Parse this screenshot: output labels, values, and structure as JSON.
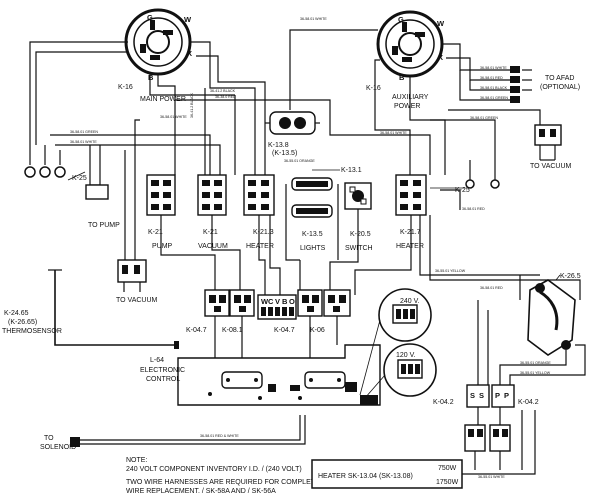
{
  "components": {
    "main_power": {
      "ref": "K-16",
      "label": "MAIN POWER"
    },
    "aux_power": {
      "ref": "K-16",
      "label": "AUXILIARY",
      "label2": "POWER"
    },
    "pump_switch": {
      "ref": "K-21",
      "label": "PUMP"
    },
    "vacuum_switch": {
      "ref": "K-21",
      "label": "VACUUM"
    },
    "heater_switch_main": {
      "ref": "K-21.3",
      "label": "HEATER"
    },
    "lights": {
      "ref": "K-13.5",
      "label": "LIGHTS",
      "ref_top": "K-13.1"
    },
    "switch": {
      "ref": "K-20.5",
      "label": "SWITCH"
    },
    "heater_switch_aux": {
      "ref": "K-21.7",
      "label": "HEATER"
    },
    "fuse_holder": {
      "ref": "K-13.8",
      "ref2": "(K-13.5)",
      "ref3": "K-13.1"
    },
    "pump_connector": {
      "ref": "K-25",
      "label": "TO PUMP"
    },
    "aux_connector": {
      "ref": "K-25"
    },
    "vacuum_plug_left": {
      "label": "TO VACUUM"
    },
    "vacuum_plug_right": {
      "label": "TO VACUUM"
    },
    "afad": {
      "label": "TO AFAD",
      "label2": "(OPTIONAL)"
    },
    "thermosensor": {
      "ref": "K-24.65",
      "ref2": "(K-26.65)",
      "label": "THERMOSENSOR"
    },
    "electronic_control": {
      "ref": "L-64",
      "label": "ELECTRONIC",
      "label2": "CONTROL"
    },
    "heater_element": {
      "ref": "K-26.5"
    },
    "voltage_240": {
      "label": "240 V."
    },
    "voltage_120": {
      "label": "120 V."
    },
    "solenoid": {
      "label": "TO",
      "label2": "SOLENOID"
    },
    "conn_k047a": {
      "ref": "K-04.7"
    },
    "conn_k081": {
      "ref": "K-08.1"
    },
    "conn_k047b": {
      "ref": "K-04.7"
    },
    "conn_k06": {
      "ref": "K-06"
    },
    "conn_k042a": {
      "ref": "K-04.2"
    },
    "conn_k042b": {
      "ref": "K-04.2"
    },
    "terminal_block": {
      "letters": [
        "W",
        "C",
        "V",
        "B",
        "O"
      ]
    }
  },
  "wire_labels": {
    "main_top": "36-58.01 WHITE",
    "main_black": "36-41.2 BLACK",
    "main_red": "36-38.0 RED",
    "main_green": "36-58.01 GREEN",
    "main_white": "36-58.01 WHITE",
    "pump_green": "36-58.01 GREEN",
    "pump_white": "36-58.01 WHITE",
    "orange": "36-55.01 ORANGE",
    "aux_white": "36-58.01 WHITE",
    "aux_black": "36-58.01 BLACK",
    "aux_green": "36-58.01 GREEN",
    "afad_white": "36-58.01 WHITE",
    "afad_red": "36-58.01 RED",
    "afad_black": "36-58.01 BLACK",
    "afad_green": "36-58.01 GREEN",
    "aux_red": "36-58.01 RED",
    "yellow": "36-55.01 YELLOW",
    "red": "36-58.01 RED",
    "heater_orange": "36-55.01 ORANGE",
    "heater_yellow": "36-55.01 YELLOW",
    "solenoid": "36-58.01 RED & WHITE",
    "bottom_white": "36-55.01 WHITE"
  },
  "notes": {
    "heading": "NOTE:",
    "line1": "240 VOLT COMPONENT INVENTORY I.D. / (240 VOLT)",
    "line2": "TWO WIRE HARNESSES ARE REQUIRED FOR COMPLETE",
    "line3": "WIRE REPLACEMENT.  / SK-58A AND / SK-56A"
  },
  "heater_box": {
    "label": "HEATER SK-13.04 (SK-13.08)",
    "w1": "750W",
    "w2": "1750W"
  }
}
